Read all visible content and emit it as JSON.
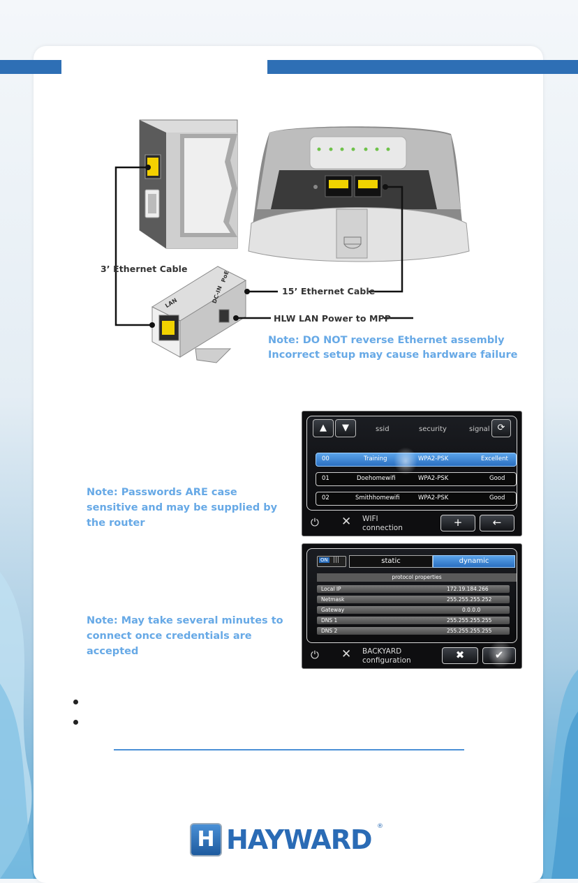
{
  "hardware": {
    "label_3ft": "3’ Ethernet Cable",
    "label_15ft": "15’ Ethernet Cable",
    "label_power": "HLW LAN Power to MPP",
    "port_lan": "LAN",
    "port_dcin": "DC-IN",
    "port_poe": "PoE",
    "note_line1": "Note: DO NOT reverse Ethernet assembly",
    "note_line2": "Incorrect setup may cause hardware failure"
  },
  "notes": {
    "passwords_1": "Note: Passwords ARE case",
    "passwords_2": "sensitive and may be supplied by",
    "passwords_3": "the router",
    "minutes_1": "Note: May take several minutes to",
    "minutes_2": "connect once credentials are",
    "minutes_3": "accepted"
  },
  "wifi_screen": {
    "headers": {
      "ssid": "ssid",
      "security": "security",
      "signal": "signal"
    },
    "networks": [
      {
        "num": "00",
        "ssid": "Training",
        "security": "WPA2-PSK",
        "signal": "Excellent"
      },
      {
        "num": "01",
        "ssid": "Doehomewifi",
        "security": "WPA2-PSK",
        "signal": "Good"
      },
      {
        "num": "02",
        "ssid": "Smithhomewifi",
        "security": "WPA2-PSK",
        "signal": "Good"
      }
    ],
    "footer_line1": "WIFI",
    "footer_line2": "connection"
  },
  "backyard_screen": {
    "toggle": "ON",
    "tab_static": "static",
    "tab_dynamic": "dynamic",
    "section_title": "protocol properties",
    "properties": [
      {
        "name": "Local IP",
        "value": "172.19.184.266"
      },
      {
        "name": "Netmask",
        "value": "255.255.255.252"
      },
      {
        "name": "Gateway",
        "value": "0.0.0.0"
      },
      {
        "name": "DNS 1",
        "value": "255.255.255.255"
      },
      {
        "name": "DNS 2",
        "value": "255.255.255.255"
      }
    ],
    "footer_line1": "BACKYARD",
    "footer_line2": "configuration"
  },
  "brand": {
    "name": "HAYWARD",
    "mark": "H",
    "registered": "®"
  },
  "colors": {
    "accent_blue": "#2e6fb5",
    "note_blue": "#67a9e6",
    "selected_row": "#2a6fc0"
  }
}
